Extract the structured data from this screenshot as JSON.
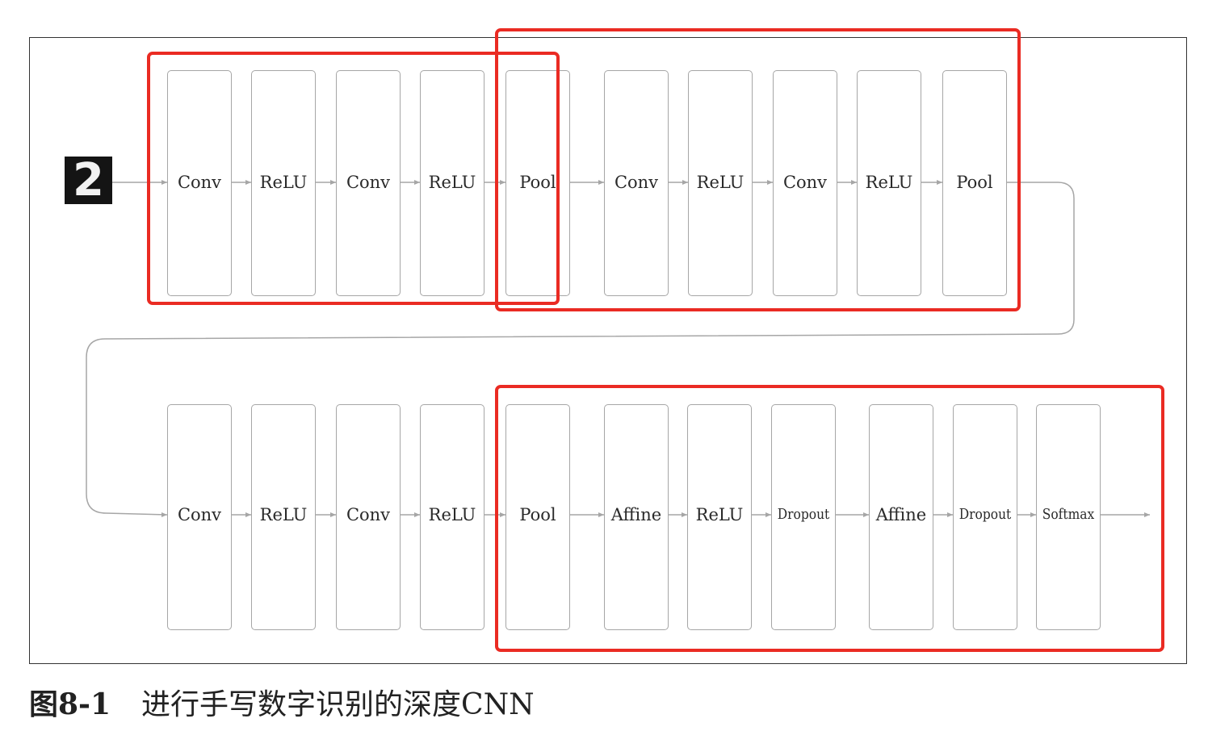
{
  "input_image": {
    "digit": "2",
    "description_icon": "handwritten-digit-image"
  },
  "rows": [
    {
      "layers": [
        "Conv",
        "ReLU",
        "Conv",
        "ReLU",
        "Pool",
        "Conv",
        "ReLU",
        "Conv",
        "ReLU",
        "Pool"
      ]
    },
    {
      "layers": [
        "Conv",
        "ReLU",
        "Conv",
        "ReLU",
        "Pool",
        "Affine",
        "ReLU",
        "Dropout",
        "Affine",
        "Dropout",
        "Softmax"
      ]
    }
  ],
  "caption": {
    "figure": "图8-1",
    "text": "进行手写数字识别的深度CNN"
  },
  "colors": {
    "highlight": "#ea2b23",
    "box_border": "#a6a6a6",
    "wire": "#a6a6a6",
    "frame": "#333333"
  }
}
